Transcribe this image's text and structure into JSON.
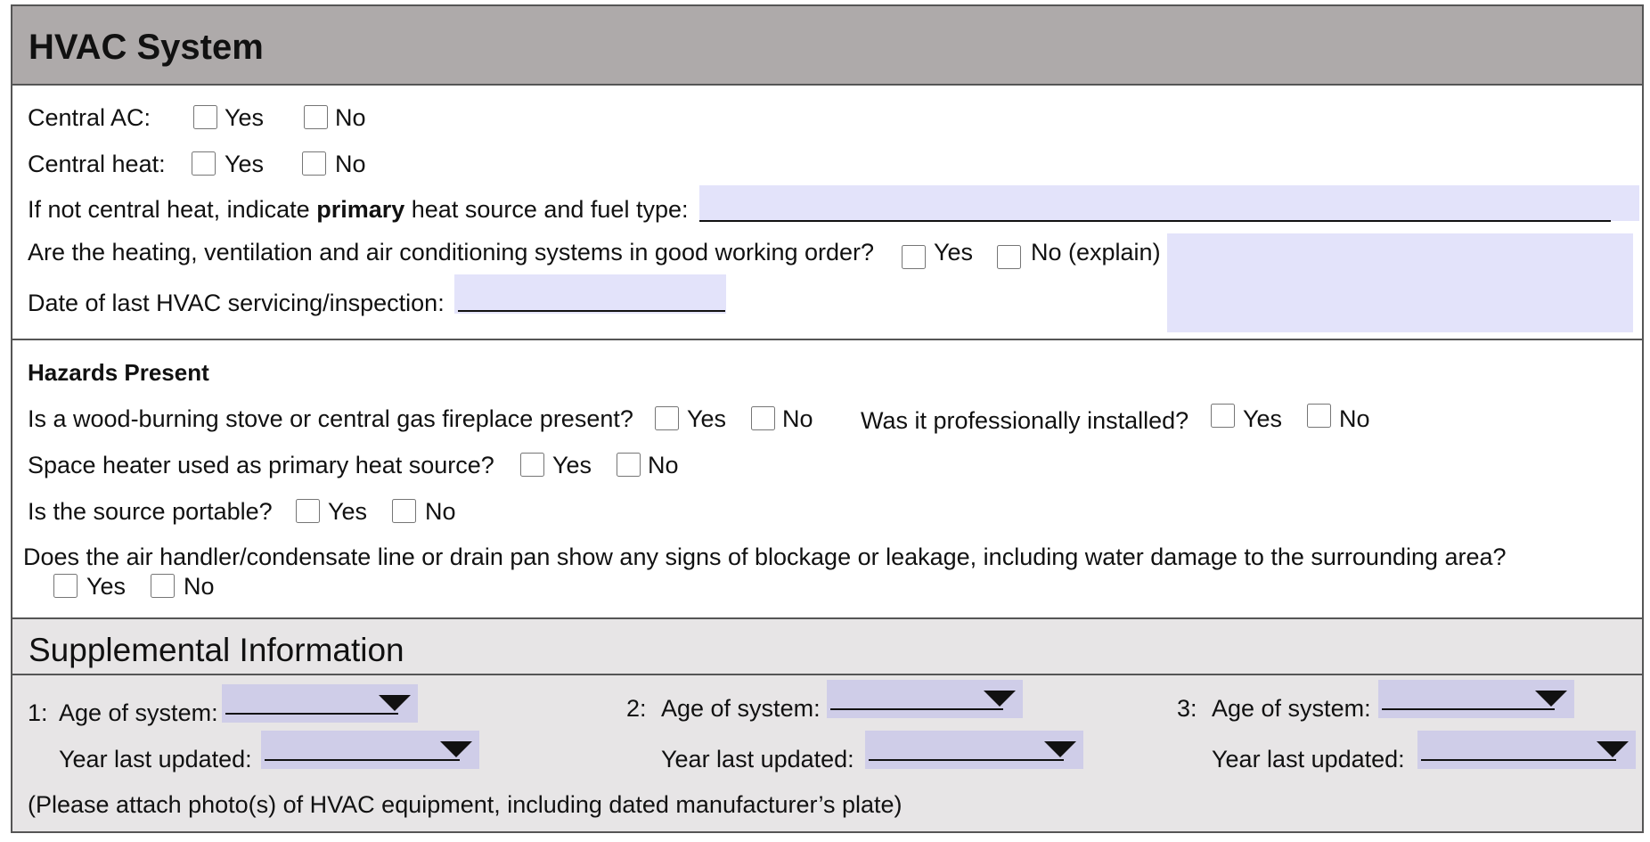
{
  "hvac": {
    "title": "HVAC System",
    "central_ac": {
      "label": "Central AC:",
      "yes": "Yes",
      "no": "No"
    },
    "central_heat": {
      "label": "Central heat:",
      "yes": "Yes",
      "no": "No"
    },
    "primary_heat": {
      "pre": "If not central heat, indicate ",
      "bold": "primary",
      "post": " heat source and fuel type:"
    },
    "good_order": {
      "label": "Are the heating, ventilation and air conditioning systems in good working order?",
      "yes": "Yes",
      "no": "No (explain)"
    },
    "last_service": {
      "label": "Date of last HVAC servicing/inspection:"
    }
  },
  "hazards": {
    "title": "Hazards Present",
    "stove": {
      "label": "Is a wood-burning stove or central gas fireplace present?",
      "yes": "Yes",
      "no": "No"
    },
    "installed": {
      "label": "Was it professionally installed?",
      "yes": "Yes",
      "no": "No"
    },
    "space_heater": {
      "label": "Space heater used as primary heat source?",
      "yes": "Yes",
      "no": "No"
    },
    "portable": {
      "label": "Is the source portable?",
      "yes": "Yes",
      "no": "No"
    },
    "air_handler": {
      "label": "Does the air handler/condensate line or drain pan show any signs of blockage or leakage, including water damage to the surrounding area?",
      "yes": "Yes",
      "no": "No"
    }
  },
  "supplemental": {
    "title": "Supplemental Information",
    "systems": [
      {
        "num": "1:",
        "age_label": "Age of system:",
        "year_label": "Year last updated:"
      },
      {
        "num": "2:",
        "age_label": "Age of system:",
        "year_label": "Year last updated:"
      },
      {
        "num": "3:",
        "age_label": "Age of system:",
        "year_label": "Year last updated:"
      }
    ],
    "note": "(Please attach photo(s) of HVAC equipment, including dated manufacturer’s plate)"
  },
  "colors": {
    "header_bg": "#aeaaaa",
    "field_bg": "#e3e3fa",
    "supp_bg": "#e7e5e6",
    "dropdown_bg": "#cfcde8"
  }
}
